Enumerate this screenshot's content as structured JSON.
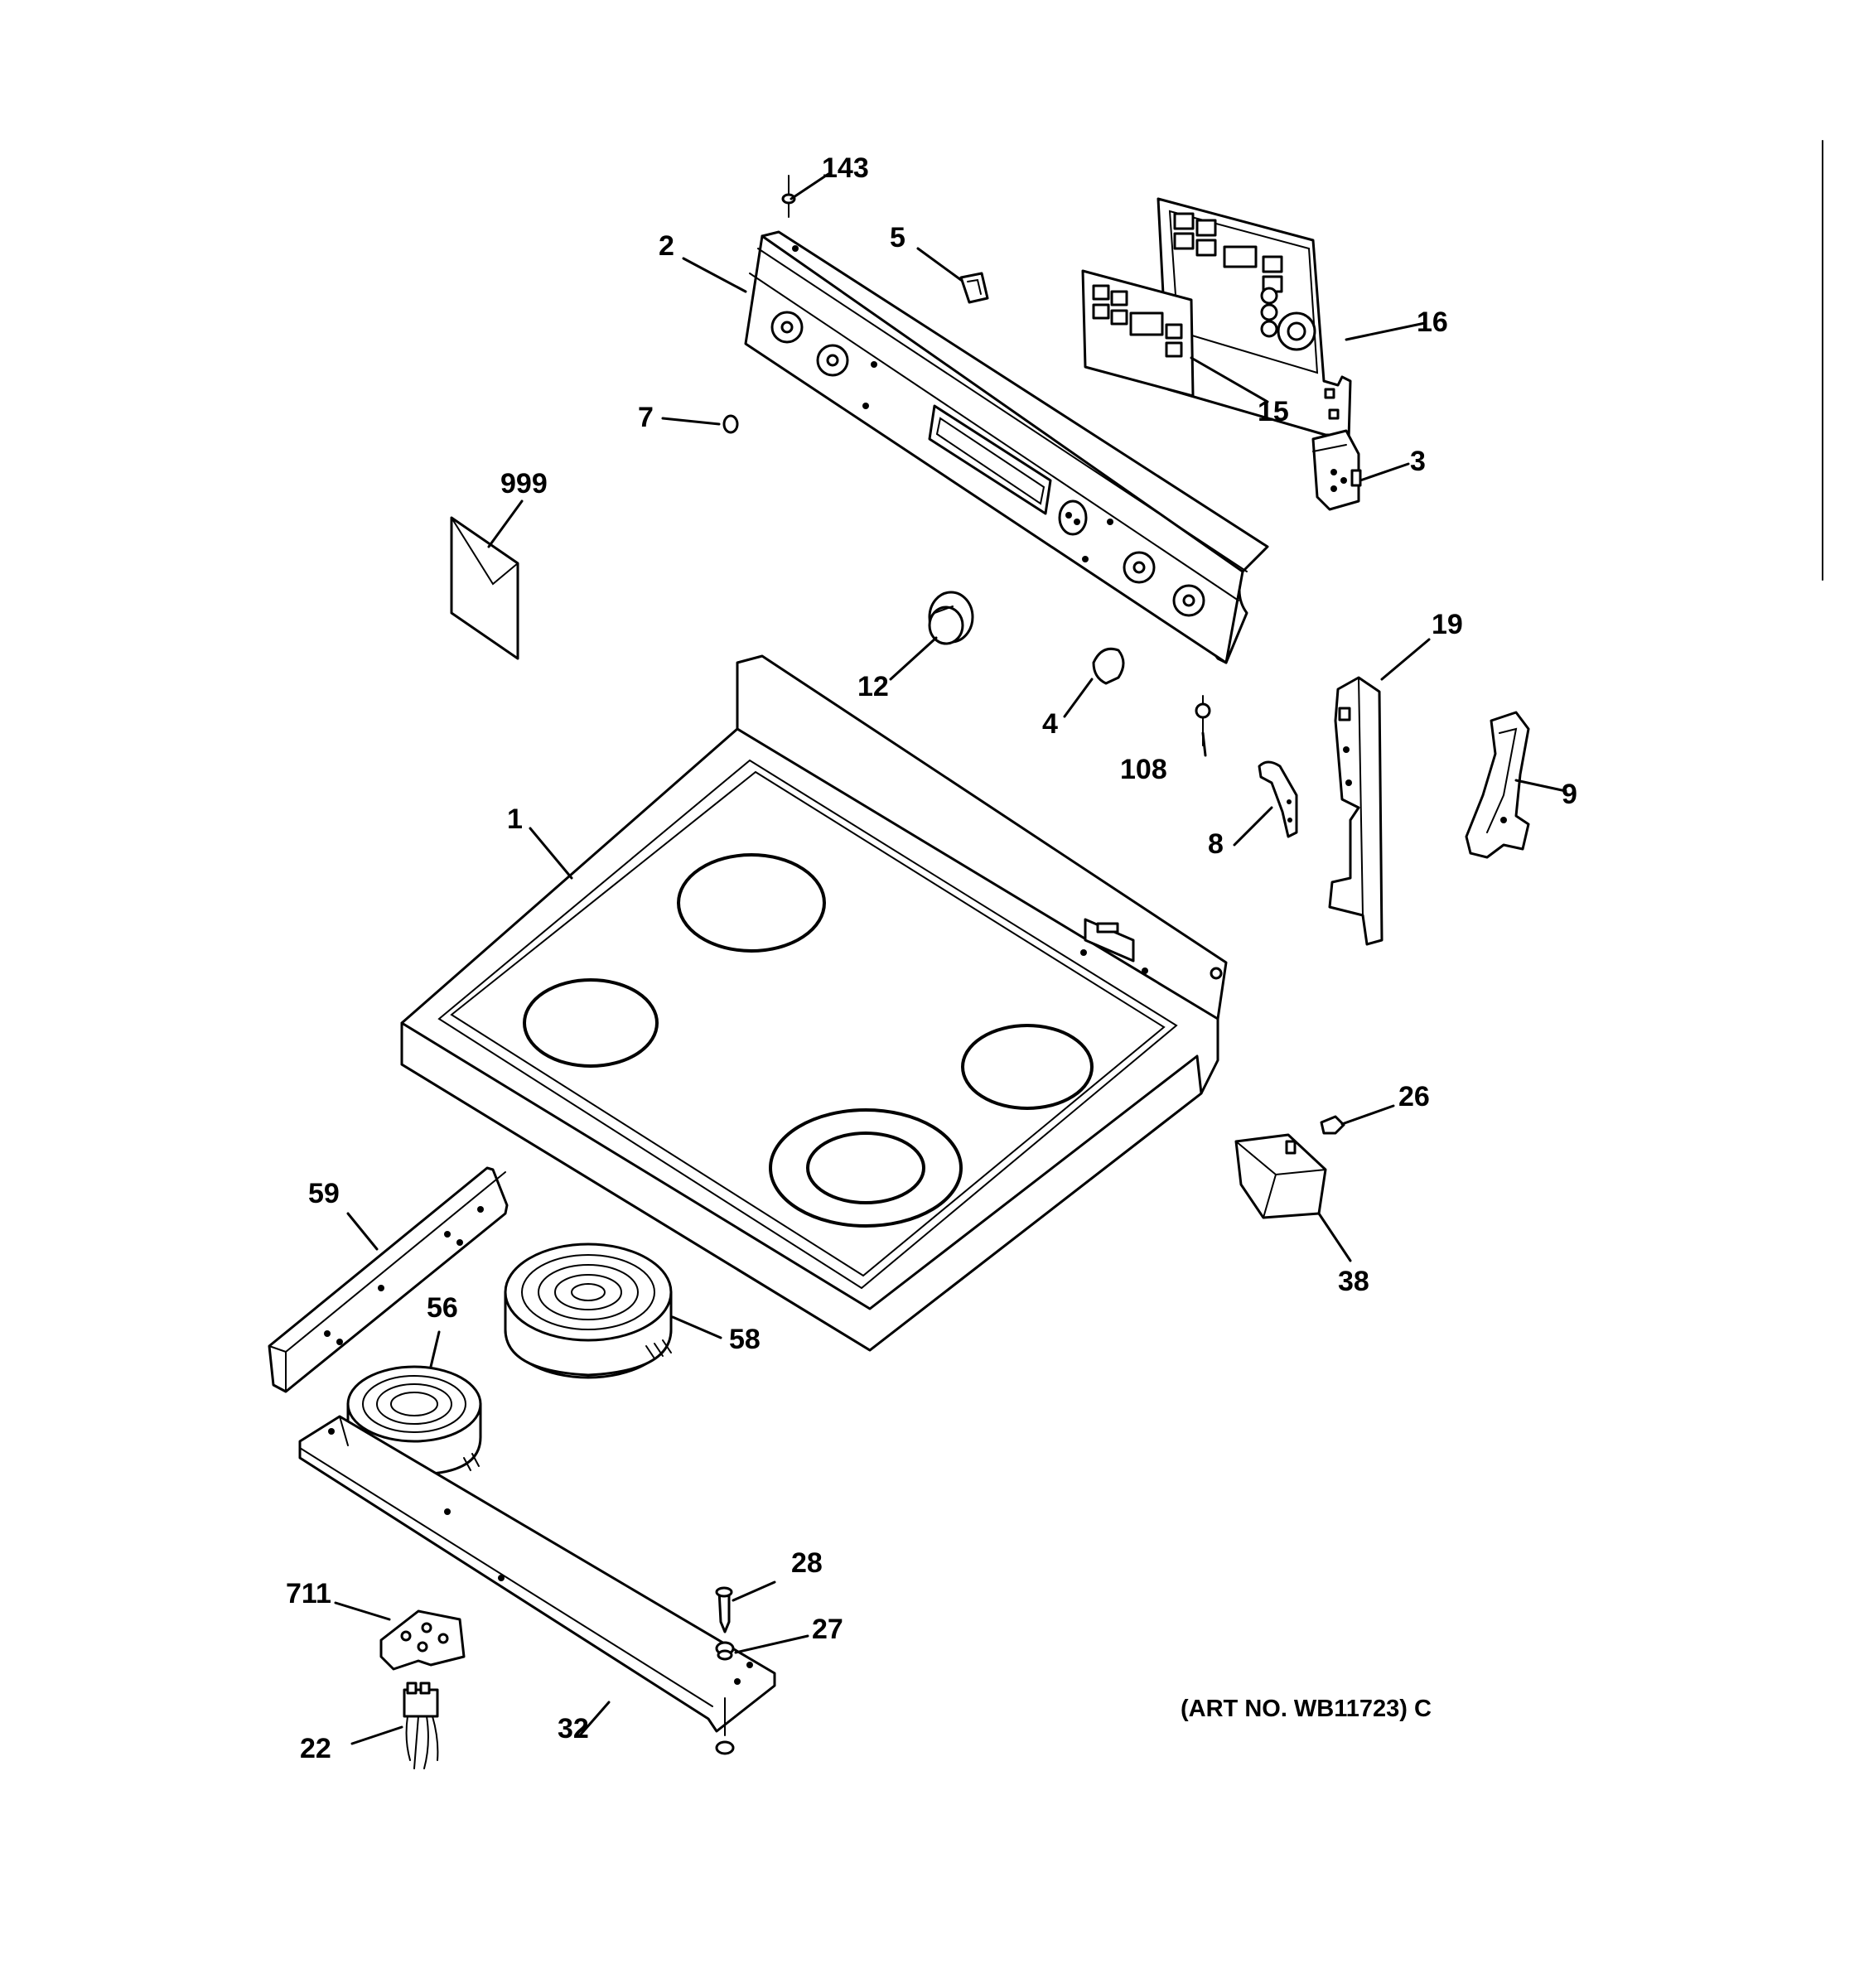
{
  "callouts": {
    "c143": "143",
    "c2": "2",
    "c5": "5",
    "c16": "16",
    "c15": "15",
    "c7": "7",
    "c3": "3",
    "c999": "999",
    "c12": "12",
    "c4": "4",
    "c108": "108",
    "c19": "19",
    "c9": "9",
    "c8": "8",
    "c1": "1",
    "c26": "26",
    "c38": "38",
    "c59": "59",
    "c56": "56",
    "c58": "58",
    "c28": "28",
    "c27": "27",
    "c711": "711",
    "c32": "32",
    "c22": "22"
  },
  "art_number": "(ART NO. WB11723) C"
}
